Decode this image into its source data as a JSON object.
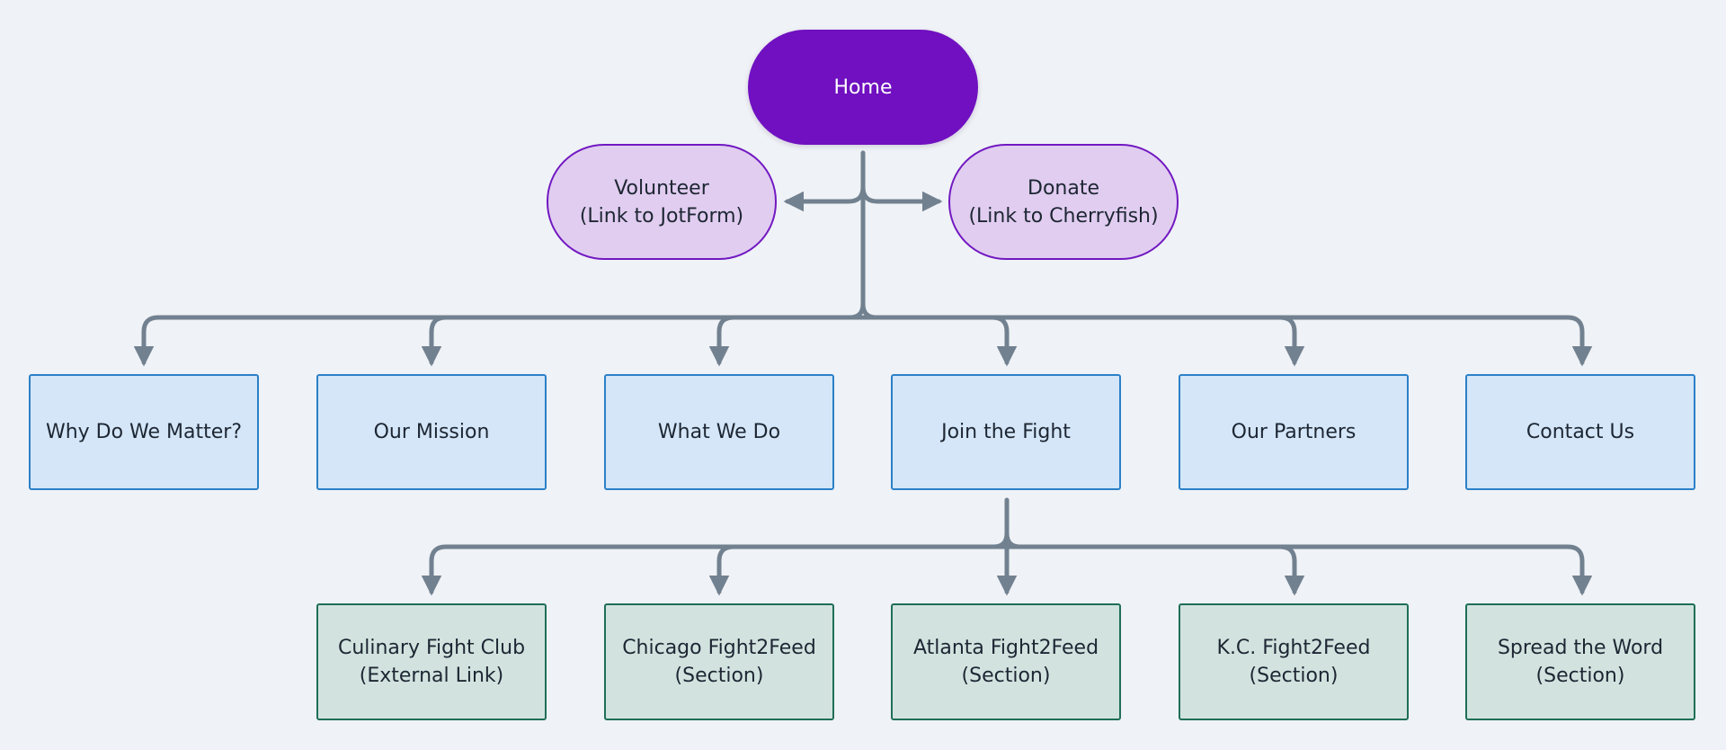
{
  "root": {
    "label": "Home"
  },
  "links": [
    {
      "id": "volunteer",
      "lines": [
        "Volunteer",
        "(Link to JotForm)"
      ]
    },
    {
      "id": "donate",
      "lines": [
        "Donate",
        "(Link to Cherryfish)"
      ]
    }
  ],
  "pages": [
    {
      "id": "why-do-we-matter",
      "label": "Why Do We Matter?"
    },
    {
      "id": "our-mission",
      "label": "Our Mission"
    },
    {
      "id": "what-we-do",
      "label": "What We Do"
    },
    {
      "id": "join-the-fight",
      "label": "Join the Fight"
    },
    {
      "id": "our-partners",
      "label": "Our Partners"
    },
    {
      "id": "contact-us",
      "label": "Contact Us"
    }
  ],
  "subpages": [
    {
      "id": "culinary-fight-club",
      "lines": [
        "Culinary Fight Club",
        "(External Link)"
      ]
    },
    {
      "id": "chicago-fight2feed",
      "lines": [
        "Chicago Fight2Feed",
        "(Section)"
      ]
    },
    {
      "id": "atlanta-fight2feed",
      "lines": [
        "Atlanta Fight2Feed",
        "(Section)"
      ]
    },
    {
      "id": "kc-fight2feed",
      "lines": [
        "K.C. Fight2Feed",
        "(Section)"
      ]
    },
    {
      "id": "spread-the-word",
      "lines": [
        "Spread the Word",
        "(Section)"
      ]
    }
  ],
  "colors": {
    "background": "#eff2f6",
    "home_fill": "#7010c0",
    "link_fill": "#e1cdf0",
    "link_border": "#7218c2",
    "page_fill": "#d4e6f7",
    "page_border": "#2b80c8",
    "subpage_fill": "#d2e3df",
    "subpage_border": "#1f6e57",
    "connector": "#728190"
  }
}
